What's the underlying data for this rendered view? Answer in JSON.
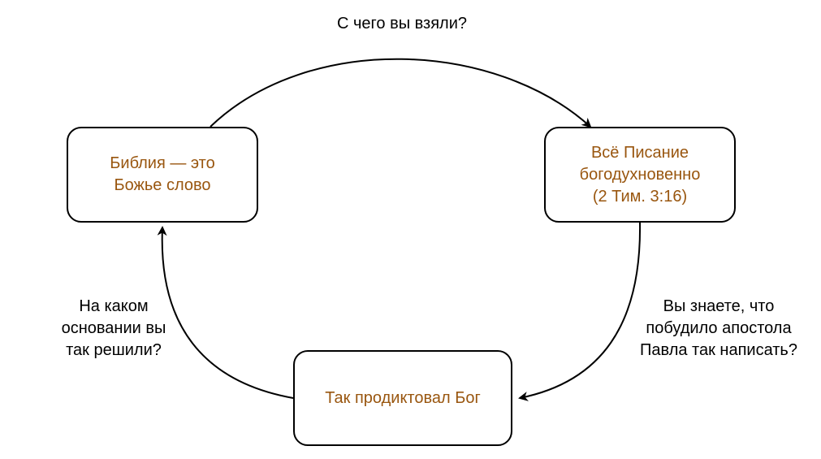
{
  "diagram": {
    "nodes": {
      "bible": {
        "lines": [
          "Библия — это",
          "Божье слово"
        ]
      },
      "scripture": {
        "lines": [
          "Всё Писание",
          "богодухновенно",
          "(2 Тим. 3:16)"
        ]
      },
      "god": {
        "lines": [
          "Так продиктовал Бог"
        ]
      }
    },
    "edges": {
      "top": {
        "lines": [
          "С чего вы взяли?"
        ]
      },
      "right": {
        "lines": [
          "Вы знаете, что",
          "побудило апостола",
          "Павла так написать?"
        ]
      },
      "left": {
        "lines": [
          "На каком",
          "основании вы",
          "так решили?"
        ]
      }
    },
    "colors": {
      "node_text": "#99560f",
      "edge_text": "#000000",
      "stroke": "#000000"
    }
  }
}
